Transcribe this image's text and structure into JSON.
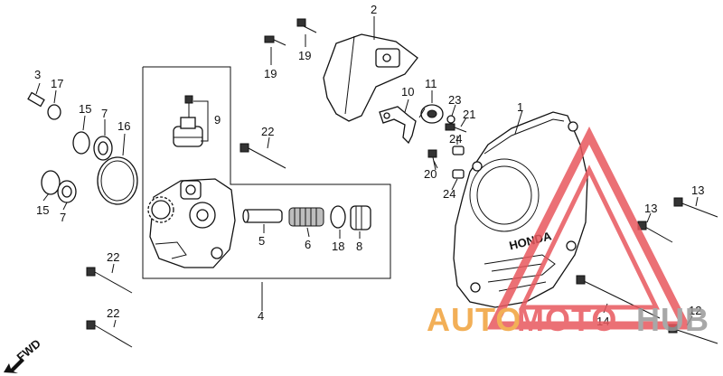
{
  "labels": {
    "p1": "1",
    "p2": "2",
    "p3": "3",
    "p4": "4",
    "p5": "5",
    "p6": "6",
    "p7a": "7",
    "p7b": "7",
    "p8": "8",
    "p9": "9",
    "p10": "10",
    "p11": "11",
    "p12": "12",
    "p13a": "13",
    "p13b": "13",
    "p14": "14",
    "p15a": "15",
    "p15b": "15",
    "p16": "16",
    "p17": "17",
    "p18": "18",
    "p19a": "19",
    "p19b": "19",
    "p20": "20",
    "p21": "21",
    "p22a": "22",
    "p22b": "22",
    "p22c": "22",
    "p23": "23",
    "p24a": "24",
    "p24b": "24"
  },
  "fwd_label": "FWD",
  "cover_brand": "HONDA",
  "watermark": {
    "auto": "AUTO",
    "moto": "MOTO",
    "hub": "HUB"
  },
  "colors": {
    "watermark_red": "#e8585e",
    "watermark_orange": "#f0a23a",
    "watermark_gray": "#9a9a9a"
  }
}
